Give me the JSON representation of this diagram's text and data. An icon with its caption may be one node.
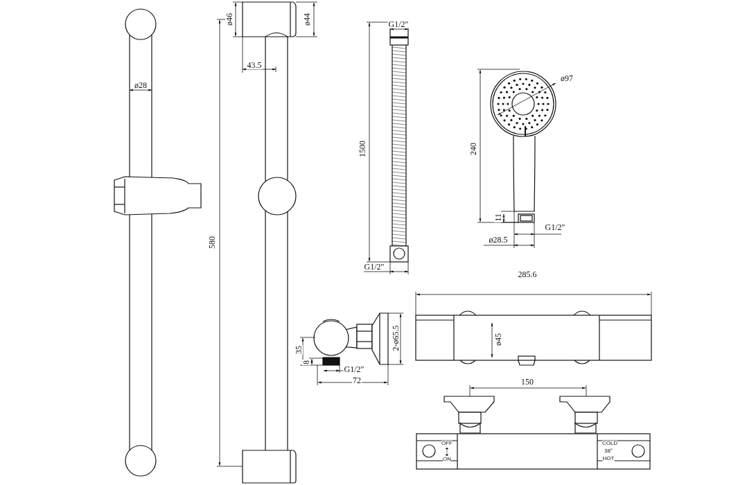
{
  "diagram": {
    "labels": [
      "ø28",
      "ø46",
      "ø44",
      "43.5",
      "580",
      "G1/2″",
      "1500",
      "G1/2″",
      "ø97",
      "240",
      "11",
      "G1/2″",
      "ø28.5",
      "285.6",
      "ø45",
      "150",
      "35",
      "8",
      "G1/2″",
      "72",
      "2-ø65.5",
      "OFF",
      "ON",
      "COLD",
      "38°",
      "HOT"
    ]
  }
}
